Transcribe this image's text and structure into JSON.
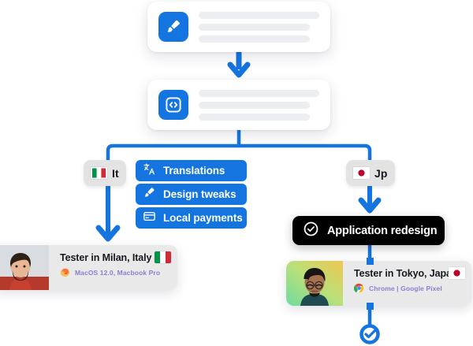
{
  "theme": {
    "accent_blue": "#1474e0",
    "pill_blue": "#1474e0",
    "black": "#000000",
    "card_bg": "#ffffff",
    "badge_bg": "#e3e3e3",
    "tester_bg": "#e9e9e9",
    "skeleton": "#eceef1",
    "meta_text": "#8b7fd4"
  },
  "flow": {
    "cards": [
      {
        "id": "design-card",
        "icon": "paintbrush-icon",
        "skeleton_lines": 3
      },
      {
        "id": "code-card",
        "icon": "code-brackets-icon",
        "skeleton_lines": 3
      }
    ],
    "country_badges": [
      {
        "id": "it",
        "label": "It",
        "flag": "flag-italy-icon"
      },
      {
        "id": "jp",
        "label": "Jp",
        "flag": "flag-japan-icon"
      }
    ],
    "task_pills": [
      {
        "label": "Translations",
        "icon": "translate-icon"
      },
      {
        "label": "Design tweaks",
        "icon": "paintbrush-icon"
      },
      {
        "label": "Local payments",
        "icon": "credit-card-icon"
      }
    ],
    "status_pill": {
      "label": "Application redesign",
      "icon": "check-circle-icon"
    },
    "end_node": {
      "icon": "check-circle-icon"
    },
    "testers": [
      {
        "id": "milan",
        "name": "Tester in Milan, Italy",
        "meta": "MacOS 12.0, Macbook Pro",
        "browser_icon": "firefox-icon",
        "flag": "flag-italy-icon",
        "selected": false
      },
      {
        "id": "tokyo",
        "name": "Tester in Tokyo, Japan",
        "meta": "Chrome | Google Pixel",
        "browser_icon": "chrome-icon",
        "flag": "flag-japan-icon",
        "selected": true
      }
    ]
  }
}
